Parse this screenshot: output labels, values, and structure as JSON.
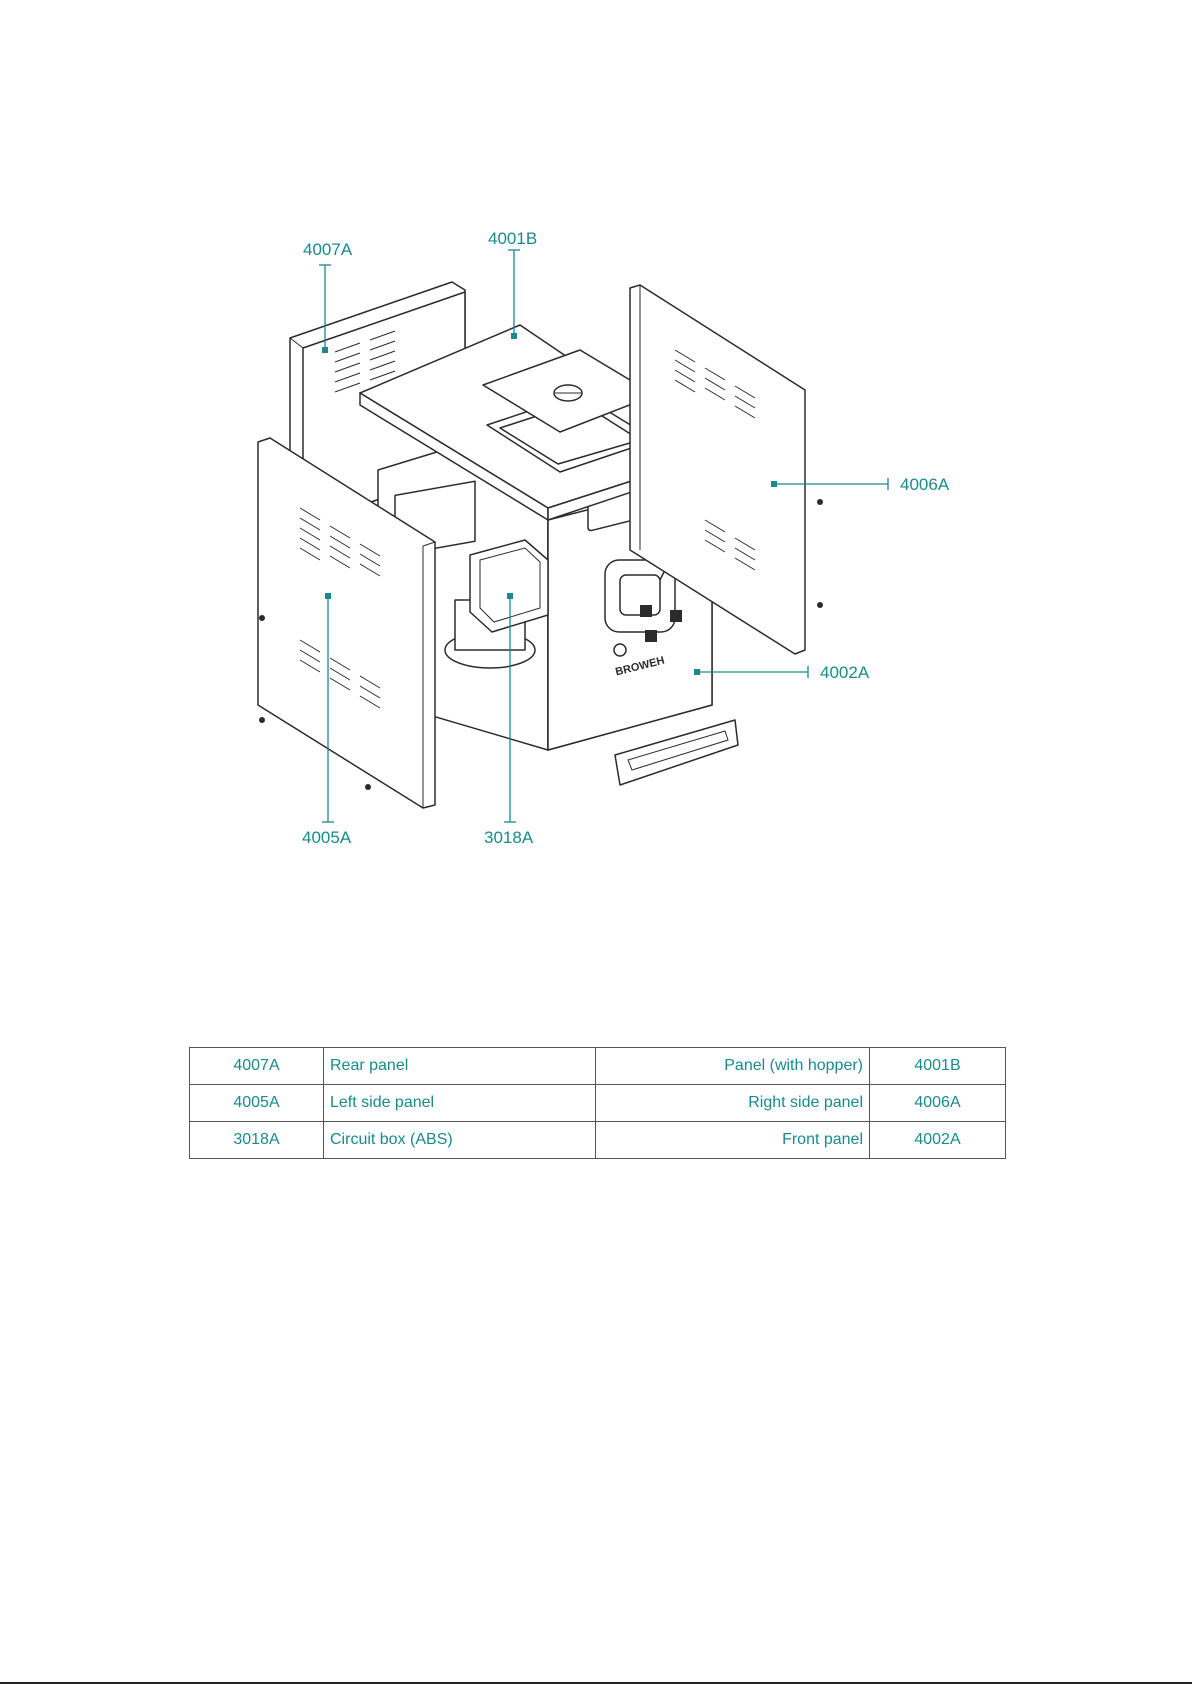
{
  "callouts": [
    {
      "id": "rear",
      "label": "4007A"
    },
    {
      "id": "top",
      "label": "4001B"
    },
    {
      "id": "right",
      "label": "4006A"
    },
    {
      "id": "front",
      "label": "4002A"
    },
    {
      "id": "left",
      "label": "4005A"
    },
    {
      "id": "box",
      "label": "3018A"
    }
  ],
  "brand_mark": "BROWEH",
  "parts_table": {
    "rows": [
      {
        "code_left": "4007A",
        "name_left": "Rear panel",
        "name_right": "Panel (with hopper)",
        "code_right": "4001B"
      },
      {
        "code_left": "4005A",
        "name_left": "Left side panel",
        "name_right": "Right side panel",
        "code_right": "4006A"
      },
      {
        "code_left": "3018A",
        "name_left": "Circuit box (ABS)",
        "name_right": "Front panel",
        "code_right": "4002A"
      }
    ]
  },
  "colors": {
    "accent": "#1a8a8c",
    "line": "#2b2b2b"
  }
}
